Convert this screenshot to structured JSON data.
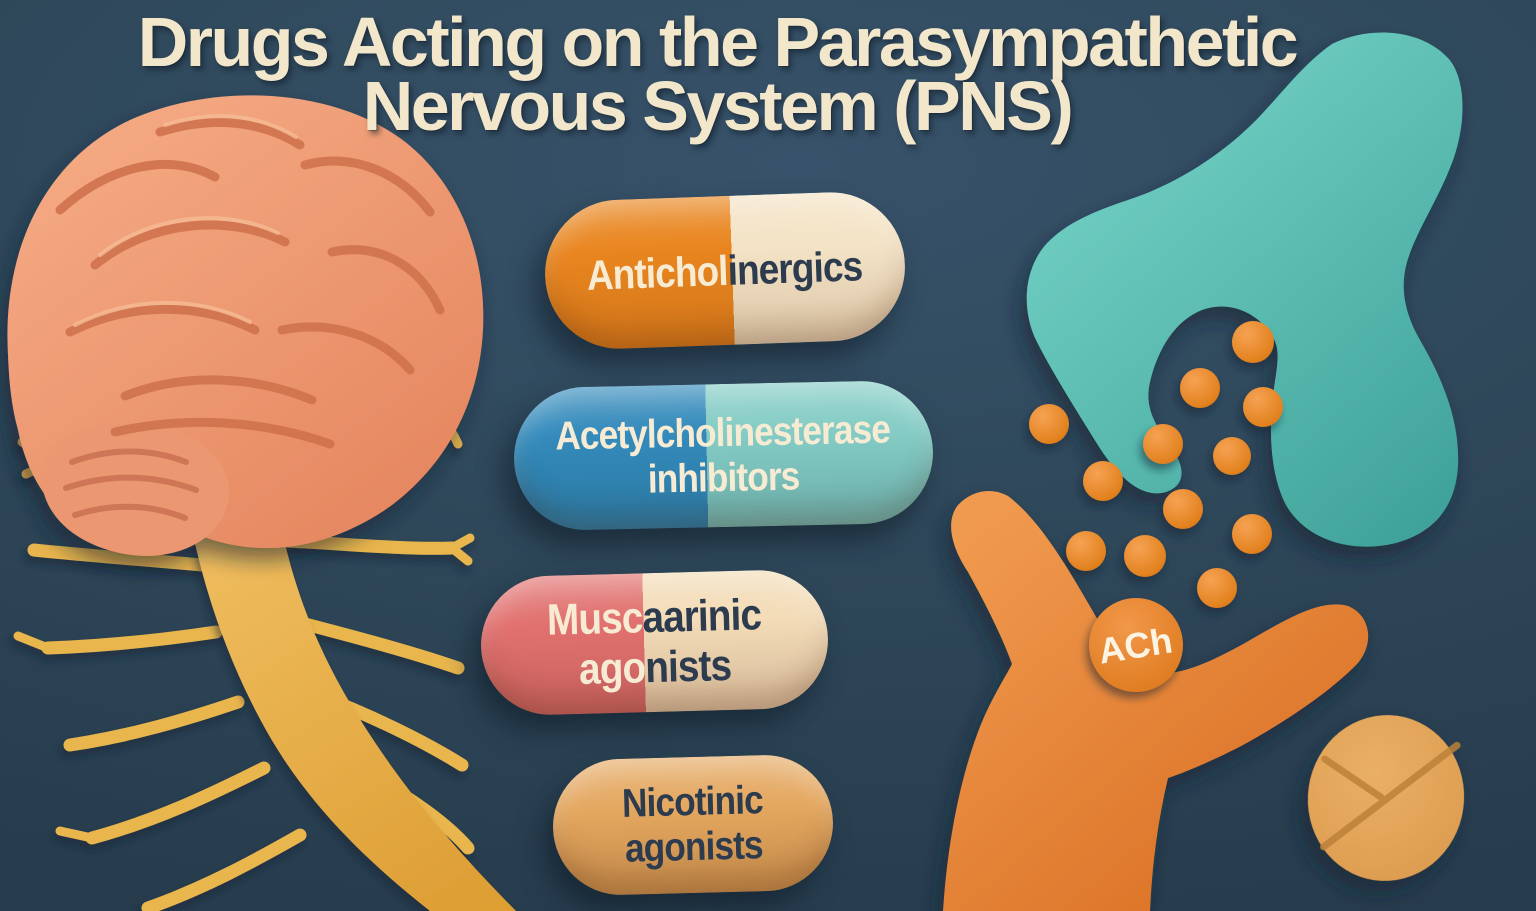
{
  "title": {
    "line1": "Drugs Acting on the Parasympathetic",
    "line2": "Nervous System (PNS)"
  },
  "capsules": [
    {
      "label": "Anticholinergics",
      "lines": [
        [
          {
            "t": "Antichol"
          },
          {
            "t": "inergics"
          }
        ]
      ],
      "left_color": "#e9851e",
      "right_color": "#f4e3c5"
    },
    {
      "label": "Acetylcholinesterase inhibitors",
      "lines": [
        [
          {
            "t": "Acetylcholinesterase"
          }
        ],
        [
          {
            "t": "inhibitors"
          }
        ]
      ],
      "left_color": "#338abb",
      "right_color": "#84ccc5"
    },
    {
      "label": "Muscaarinic agonists",
      "lines": [
        [
          {
            "t": "Musc"
          },
          {
            "t": "aarinic"
          }
        ],
        [
          {
            "t": "ago"
          },
          {
            "t": "nists"
          }
        ]
      ],
      "left_color": "#e1716f",
      "right_color": "#f3dcb7"
    },
    {
      "label": "Nicotinic agonists",
      "lines": [
        [
          {
            "t": "Nicotinic"
          }
        ],
        [
          {
            "t": "agonists"
          }
        ]
      ],
      "left_color": "#e4a75f",
      "right_color": "#e4a75f"
    }
  ],
  "synapse": {
    "ach_label": "ACh"
  },
  "palette": {
    "background": "#2e4759",
    "title_text": "#f2e6cb",
    "capsule_dark_text": "#2c3b4e",
    "capsule_light_text": "#f7ecd3",
    "brain": "#efa07c",
    "spinal_cord": "#eab64f",
    "presynaptic_teal": "#58bdb2",
    "postsynaptic_orange": "#e8813a",
    "vesicle_orange": "#e2821f",
    "tablet_tan": "#dc9b4e"
  }
}
